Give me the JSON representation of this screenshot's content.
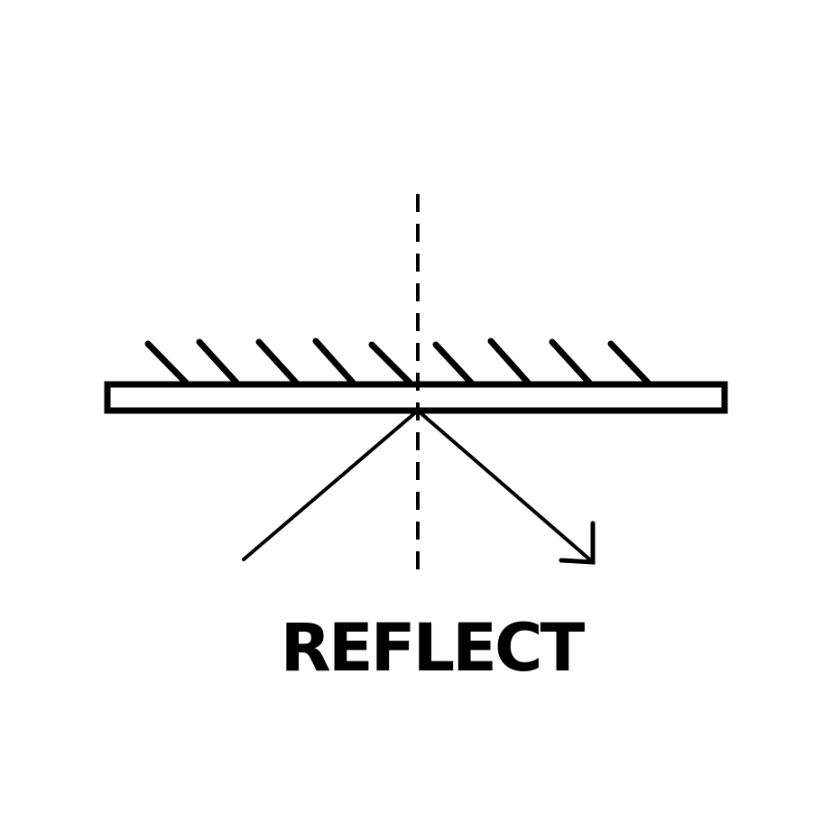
{
  "caption": "REFLECT",
  "colors": {
    "ink": "#000000",
    "background": "#ffffff",
    "mirror_fill": "#ffffff"
  },
  "diagram": {
    "elements": [
      "mirror",
      "mirror-hatching",
      "normal-line",
      "incident-ray",
      "reflected-ray",
      "arrowhead"
    ]
  }
}
